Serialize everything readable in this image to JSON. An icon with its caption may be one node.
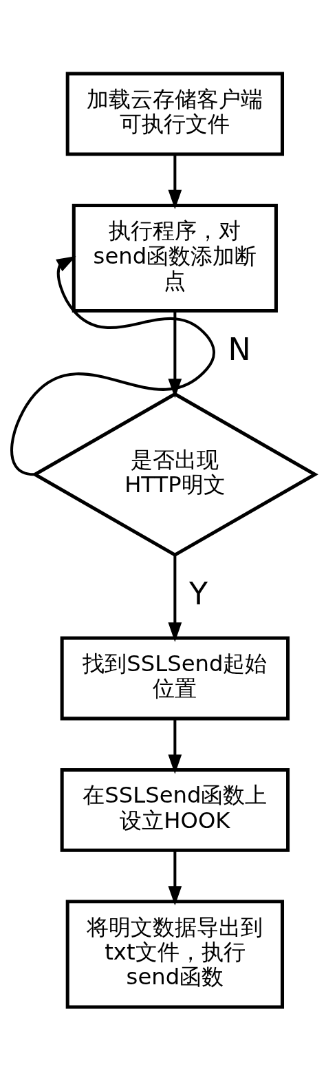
{
  "diagram": {
    "nodes": [
      {
        "text": [
          "加载云存储客户端可执行文件"
        ]
      },
      {
        "text": [
          "执行程序，对send函数添加断点"
        ]
      },
      {
        "text": [
          "是否出现HTTP明文"
        ]
      },
      {
        "text": [
          "找到SSLSend起始位置"
        ]
      },
      {
        "text": [
          "在SSLSend函数上设立HOOK"
        ]
      },
      {
        "text": [
          "将明文数据导出到txt文件，执行send函数"
        ]
      }
    ],
    "edges": [
      {
        "from": 0,
        "to": 1,
        "arrow": "to"
      },
      {
        "from": 1,
        "to": 2,
        "arrow": "to"
      },
      {
        "from": 2,
        "to": 1,
        "arrow": "to",
        "label": "N"
      },
      {
        "from": 2,
        "to": 3,
        "arrow": "to",
        "label": "Y"
      },
      {
        "from": 3,
        "to": 4,
        "arrow": "to"
      },
      {
        "from": 4,
        "to": 5,
        "arrow": "to"
      }
    ]
  }
}
